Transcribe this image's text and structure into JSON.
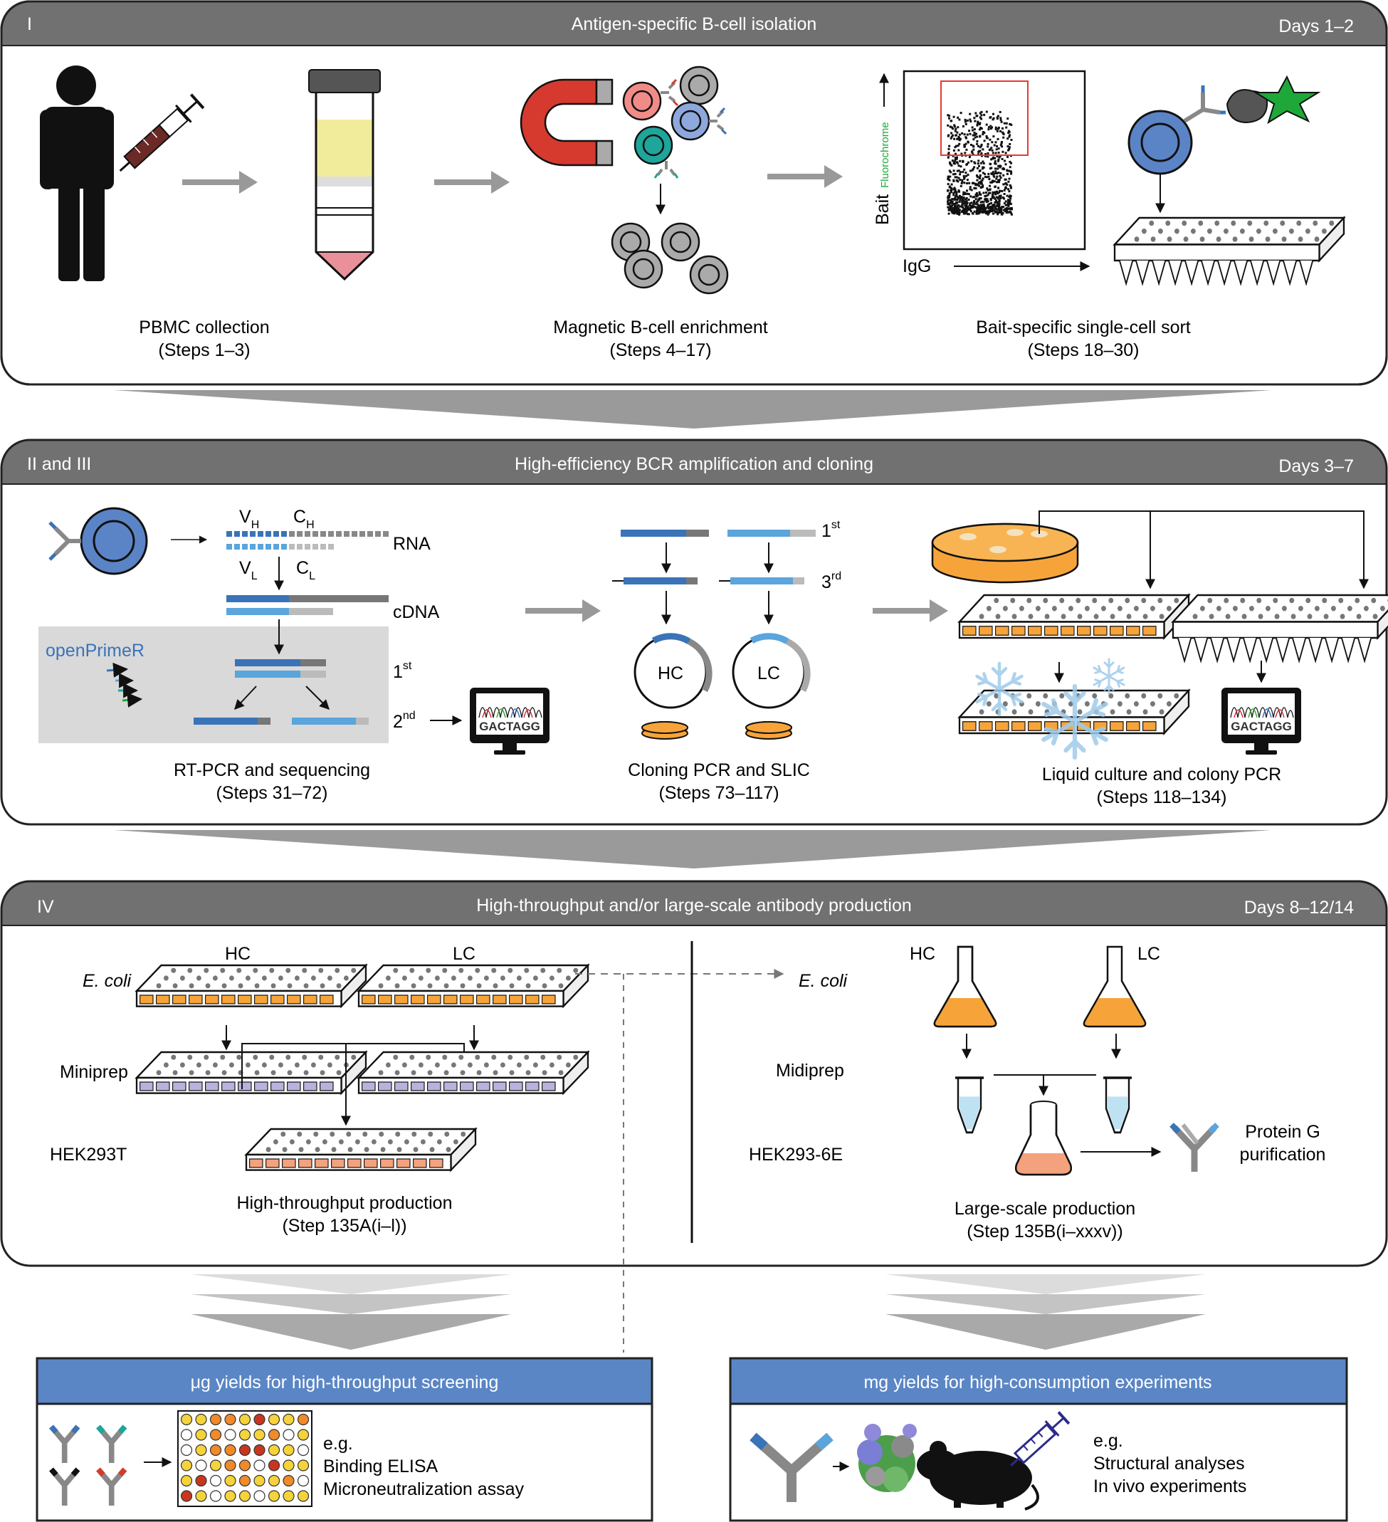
{
  "section1": {
    "roman": "I",
    "title": "Antigen-specific B-cell isolation",
    "days": "Days 1–2",
    "step_pbmc": {
      "name": "PBMC collection",
      "steps": "(Steps 1–3)"
    },
    "step_mag": {
      "name": "Magnetic B-cell enrichment",
      "steps": "(Steps 4–17)"
    },
    "step_sort": {
      "name": "Bait-specific single-cell sort",
      "steps": "(Steps 18–30)"
    },
    "flow_y_label_1": "Bait",
    "flow_y_label_2": "Fluorochrome",
    "flow_x_label": "IgG"
  },
  "section2": {
    "roman": "II and III",
    "title": "High-efficiency BCR amplification and cloning",
    "days": "Days 3–7",
    "vh": "V",
    "vh_sub": "H",
    "ch": "C",
    "ch_sub": "H",
    "vl": "V",
    "vl_sub": "L",
    "cl": "C",
    "cl_sub": "L",
    "rna": "RNA",
    "cdna": "cDNA",
    "openprimer": "openPrimeR",
    "first": "1",
    "first_sup": "st",
    "second": "2",
    "second_sup": "nd",
    "third": "3",
    "third_sup": "rd",
    "seq_text": "GACTAGG",
    "hc": "HC",
    "lc": "LC",
    "step_rtpcr": {
      "name": "RT-PCR and sequencing",
      "steps": "(Steps 31–72)"
    },
    "step_cloning": {
      "name": "Cloning PCR and SLIC",
      "steps": "(Steps 73–117)"
    },
    "step_liquid": {
      "name": "Liquid culture and colony PCR",
      "steps": "(Steps 118–134)"
    }
  },
  "section3": {
    "roman": "IV",
    "title": "High-throughput and/or large-scale antibody production",
    "days": "Days 8–12/14",
    "hc": "HC",
    "lc": "LC",
    "ecoli": "E. coli",
    "miniprep": "Miniprep",
    "hek293t": "HEK293T",
    "midiprep": "Midiprep",
    "hek293_6e": "HEK293-6E",
    "proteing_1": "Protein G",
    "proteing_2": "purification",
    "step_ht": {
      "name": "High-throughput production",
      "steps": "(Step 135A(i–l))"
    },
    "step_ls": {
      "name": "Large-scale production",
      "steps": "(Step 135B(i–xxxv))"
    }
  },
  "output_left": {
    "title": "μg yields for high-throughput screening",
    "eg": "e.g.",
    "line1": "Binding ELISA",
    "line2": "Microneutralization assay"
  },
  "output_right": {
    "title": "mg yields for high-consumption experiments",
    "eg": "e.g.",
    "line1": "Structural analyses",
    "line2": "In vivo experiments"
  },
  "colors": {
    "header_gray": "#717171",
    "output_blue": "#5b86c5",
    "vh_blue": "#3a73b8",
    "vl_blue": "#5aa5dc",
    "orange": "#f6a43a",
    "lavender": "#b9b2dd",
    "salmon": "#f3a27d",
    "magnet_red": "#d63a2f",
    "bcell_blue": "#5b84c6",
    "star_green": "#1fa83a",
    "yellow": "#f0ec9c",
    "pink": "#e9909a"
  },
  "elisa_grid": [
    "yyooyryyo",
    "wyowyyowy",
    "wyoorryyw",
    "ywyoowryy",
    "yrwyoyyow",
    "rywyywyyy"
  ]
}
